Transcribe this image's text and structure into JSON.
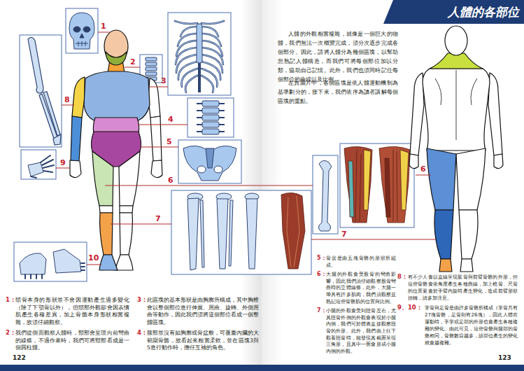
{
  "diagram": {
    "title": "人體的各部位",
    "labels": [
      "人體的外觀相當複雜，就像是一個巨大的物體，我們無法一次概覽完成，須分次逐步完成各個部分。因此，請將人體分為幾個區塊，以幫助您熟記人體構造，而我們可將每個部位加以分類，協助自己記憶。此外，我們也須同時記住每個部位的曲線以及比例。",
      "左頁圖片中，各個區塊是依人體運動機制為基準劃分的，接下來，我們依序為讀者講解每個區塊的重點。",
      "1",
      "2",
      "3",
      "8",
      "4",
      "5",
      "9",
      "6",
      "7",
      "10",
      "6",
      "7",
      "1：",
      "頭骨本身的形狀並不會因運動產生過多變化（除了下顎骨以外），但頭部外觀卻會因表情肌產生各種差異，加上骨骼本身形狀相當複雜，故須仔細觀察。",
      "2：",
      "我們從側面觀察人體時，頸部會呈現向前彎曲的線條，不過作畫時，我們可將頸部看成是一個圓柱體。",
      "3：",
      "此區塊的基本形狀是由胸廓所構成，其中胸椎會以整個部位進行伸展、屈曲、旋轉、外側屈曲等動作，因此我們須將這個部位看成一個整體區塊。",
      "4：",
      "腹部並沒有如胸廓或骨盆般，可覆蓋內臟的大範圍骨骼，故看起來相當柔軟，並在區塊3與5進行動作時，擔任互補的角色。",
      "5：",
      "骨盆是由五塊骨骼的形狀所組成。",
      "6：",
      "大腿的外觀會受股骨的彎曲影響，因此我們須仔細觀察股骨彎曲時的立體線條，此外，大腿一帶具有許多肌肉，我們須觀察並熟記這些骨骼肌的位置與比例。",
      "7：",
      "小腿的外觀會受到脛骨左右，尤其脛骨外側的外觀會表現於小腿內側，我們可於體表直接觀察脛骨的外形。此外，我們由上往下觀看脛骨時，能發現其截面呈現三角形，且其中一面會形成小腿內側的外觀。",
      "8：",
      "有不少人會以直線呈現肱骨與前臂骨骼的外形，但這些骨骼會依角度產生各種曲線，加上橈骨、尺骨的位置更會於手臂內旋時產生變化，造成前臂形狀扭轉，請多加注意。",
      "9、10：",
      "掌骨與足骨是由許多骨骼所構成（掌骨共有27塊骨骼，足骨則有26塊），因此人體在運動時，手掌或足部的外形也會產生各種複雜的變化。由此可見，這些骨骼與腿部的骨骼相同，骨骼數目越多，該部位產生的變化就會越複雜。",
      "122",
      "123"
    ]
  }
}
